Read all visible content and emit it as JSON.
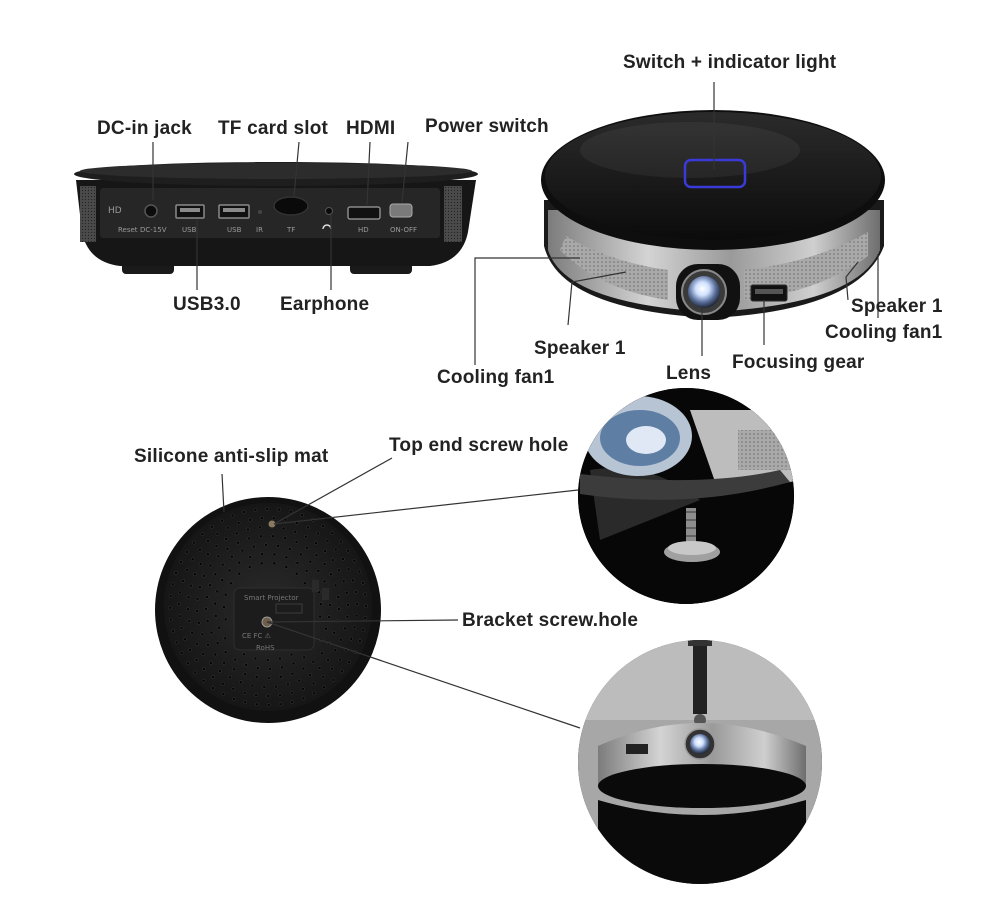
{
  "labels": {
    "dc_in_jack": "DC-in jack",
    "tf_card_slot": "TF card slot",
    "hdmi": "HDMI",
    "power_switch": "Power switch",
    "switch_indicator": "Switch + indicator light",
    "usb30": "USB3.0",
    "earphone": "Earphone",
    "speaker_1_right": "Speaker 1",
    "cooling_fan_right": "Cooling fan1",
    "speaker_1_left": "Speaker 1",
    "cooling_fan_left": "Cooling fan1",
    "lens": "Lens",
    "focusing_gear": "Focusing gear",
    "silicone_mat": "Silicone anti-slip mat",
    "top_screw_hole": "Top end screw hole",
    "bracket_screw_hole": "Bracket screw.hole"
  },
  "port_panel": {
    "hd": "HD",
    "reset": "Reset",
    "dc": "DC-15V",
    "usb_a": "USB",
    "usb_b": "USB",
    "ir": "IR",
    "tf": "TF",
    "hdmi": "HD",
    "onoff": "ON-OFF"
  },
  "bottom_plate": {
    "line1": "Smart Projector",
    "marks": "CE  FC  ⚠",
    "rohs": "RoHS"
  },
  "colors": {
    "indicator": "#3a3ad8",
    "body": "#151515",
    "metal": "#b8b8b8",
    "label": "#222222"
  },
  "icons": [
    "indicator-light-icon",
    "headphone-icon",
    "lens-icon"
  ]
}
